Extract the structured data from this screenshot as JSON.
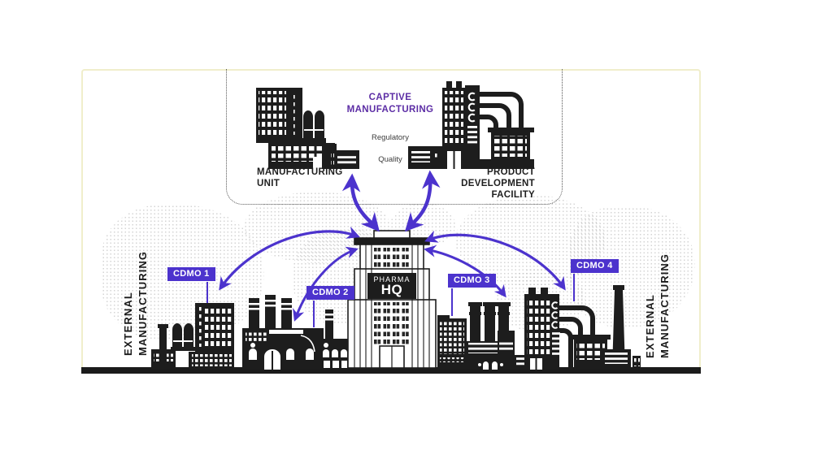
{
  "captive": {
    "title": "CAPTIVE\nMANUFACTURING",
    "note_line1": "Regulatory",
    "note_line2": "Quality",
    "manufacturing_unit_label": "MANUFACTURING\nUNIT",
    "product_development_label": "PRODUCT\nDEVELOPMENT\nFACILITY"
  },
  "hq": {
    "name_line1": "PHARMA",
    "name_line2": "HQ"
  },
  "cdmos": [
    {
      "label": "CDMO 1"
    },
    {
      "label": "CDMO 2"
    },
    {
      "label": "CDMO 3"
    },
    {
      "label": "CDMO 4"
    }
  ],
  "external": {
    "left_label": "EXTERNAL\nMANUFACTURING",
    "right_label": "EXTERNAL\nMANUFACTURING"
  },
  "colors": {
    "arrow_purple": "#4c33cd",
    "label_box_purple": "#4c33cd",
    "captive_title_purple": "#5c2da5",
    "building_dark": "#1d1d1d",
    "frame_yellow": "#f0eecb"
  }
}
